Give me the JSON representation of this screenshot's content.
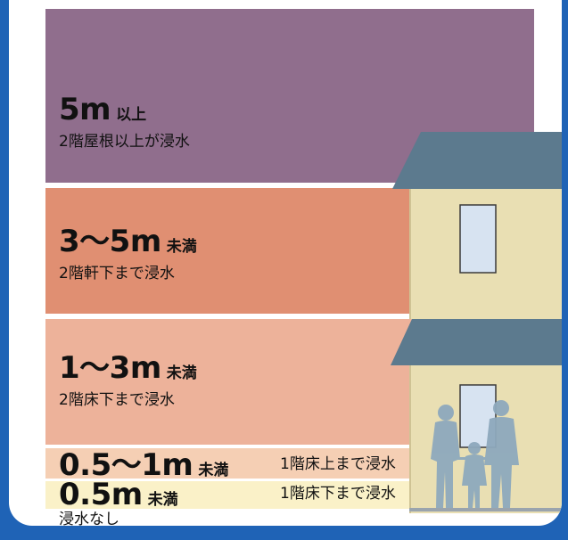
{
  "levels": [
    {
      "depth": "5m",
      "unit": "以上",
      "description": "2階屋根以上が浸水",
      "color": "#906e8d"
    },
    {
      "depth": "3〜5m",
      "unit": "未満",
      "description": "2階軒下まで浸水",
      "color": "#e08f72"
    },
    {
      "depth": "1〜3m",
      "unit": "未満",
      "description": "2階床下まで浸水",
      "color": "#edb29a"
    },
    {
      "depth": "0.5〜1m",
      "unit": "未満",
      "description": "1階床上まで浸水",
      "color": "#f5cfb4"
    },
    {
      "depth": "0.5m",
      "unit": "未満",
      "description": "1階床下まで浸水",
      "color": "#faf1c8"
    }
  ],
  "no_flood_label": "浸水なし",
  "colors": {
    "frame": "#1f63b6",
    "house_wall": "#e9dfb3",
    "house_roof": "#5c7a8e",
    "house_window": "#d7e3f1",
    "people": "#8ea9bd"
  },
  "icons": [
    "house-icon",
    "family-silhouette-icon"
  ]
}
